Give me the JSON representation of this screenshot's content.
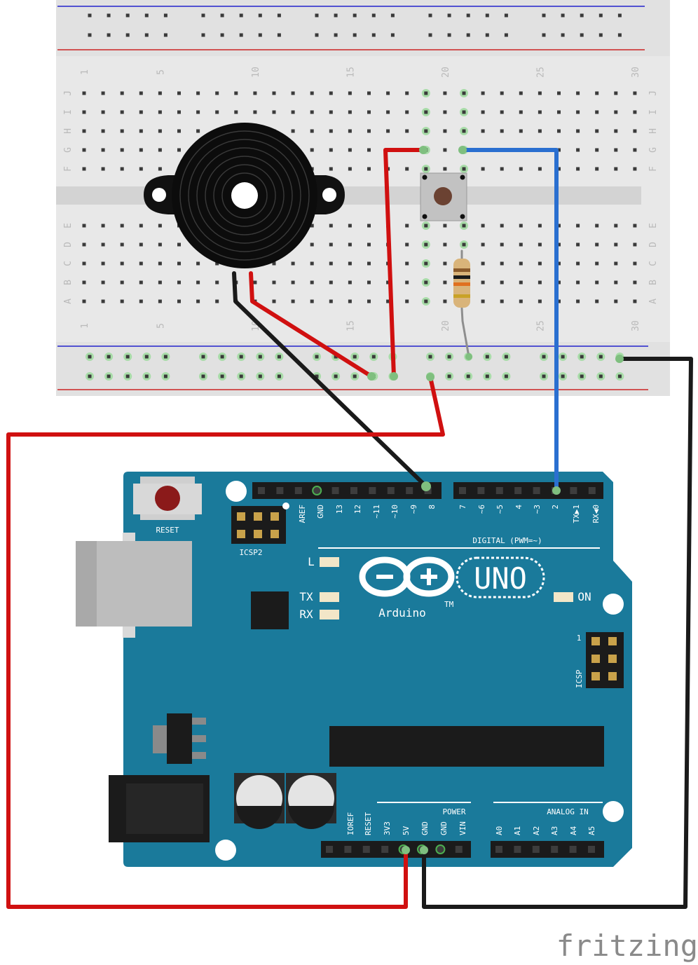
{
  "colors": {
    "board": "#1a7a9b",
    "board_dark": "#0f6684",
    "breadboard": "#e8e8e8",
    "wire_red": "#d01010",
    "wire_black": "#1a1a1a",
    "wire_blue": "#2a6fd0",
    "wire_gray": "#8e8e8e",
    "rail_red": "#cc2222",
    "rail_blue": "#2222cc"
  },
  "breadboard": {
    "row_letters_top": [
      "J",
      "I",
      "H",
      "G",
      "F"
    ],
    "row_letters_bottom": [
      "E",
      "D",
      "C",
      "B",
      "A"
    ],
    "column_numbers": [
      "1",
      "5",
      "10",
      "15",
      "20",
      "25",
      "30"
    ]
  },
  "components": {
    "buzzer": "piezo-buzzer",
    "button": "push-button",
    "resistor": "resistor"
  },
  "arduino": {
    "reset_label": "RESET",
    "icsp2_label": "ICSP2",
    "icsp_label": "ICSP",
    "icsp_pin1": "1",
    "led_l": "L",
    "led_tx": "TX",
    "led_rx": "RX",
    "led_on": "ON",
    "brand": "Arduino",
    "trademark": "TM",
    "model": "UNO",
    "digital_label": "DIGITAL (PWM=~)",
    "power_label": "POWER",
    "analog_label": "ANALOG IN",
    "digital_pins": [
      "AREF",
      "GND",
      "13",
      "12",
      "~11",
      "~10",
      "~9",
      "8",
      "7",
      "~6",
      "~5",
      "4",
      "~3",
      "2",
      "TX▶1",
      "RX◀0"
    ],
    "power_pins": [
      "IOREF",
      "RESET",
      "3V3",
      "5V",
      "GND",
      "GND",
      "VIN"
    ],
    "analog_pins": [
      "A0",
      "A1",
      "A2",
      "A3",
      "A4",
      "A5"
    ]
  },
  "footer": {
    "brand": "fritzing"
  }
}
